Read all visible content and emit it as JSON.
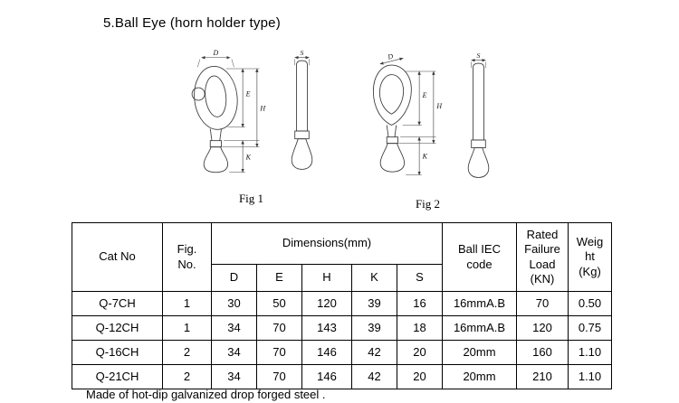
{
  "page": {
    "title": "5.Ball Eye (horn holder type)",
    "footer_note": "Made of hot-dip galvanized drop forged steel ."
  },
  "figures": {
    "fig1_caption": "Fig 1",
    "fig2_caption": "Fig 2",
    "dims": {
      "d": "D",
      "e": "E",
      "h": "H",
      "k": "K",
      "s": "S"
    }
  },
  "table": {
    "header": {
      "cat_no": "Cat No",
      "fig_no": "Fig.\nNo.",
      "dimensions": "Dimensions(mm)",
      "dim_cols": [
        "D",
        "E",
        "H",
        "K",
        "S"
      ],
      "ball_iec": "Ball IEC\ncode",
      "rated_load": "Rated\nFailure\nLoad\n(KN)",
      "weight": "Weig\nht\n(Kg)"
    },
    "rows": [
      [
        "Q-7CH",
        "1",
        "30",
        "50",
        "120",
        "39",
        "16",
        "16mmA.B",
        "70",
        "0.50"
      ],
      [
        "Q-12CH",
        "1",
        "34",
        "70",
        "143",
        "39",
        "18",
        "16mmA.B",
        "120",
        "0.75"
      ],
      [
        "Q-16CH",
        "2",
        "34",
        "70",
        "146",
        "42",
        "20",
        "20mm",
        "160",
        "1.10"
      ],
      [
        "Q-21CH",
        "2",
        "34",
        "70",
        "146",
        "42",
        "20",
        "20mm",
        "210",
        "1.10"
      ]
    ]
  }
}
